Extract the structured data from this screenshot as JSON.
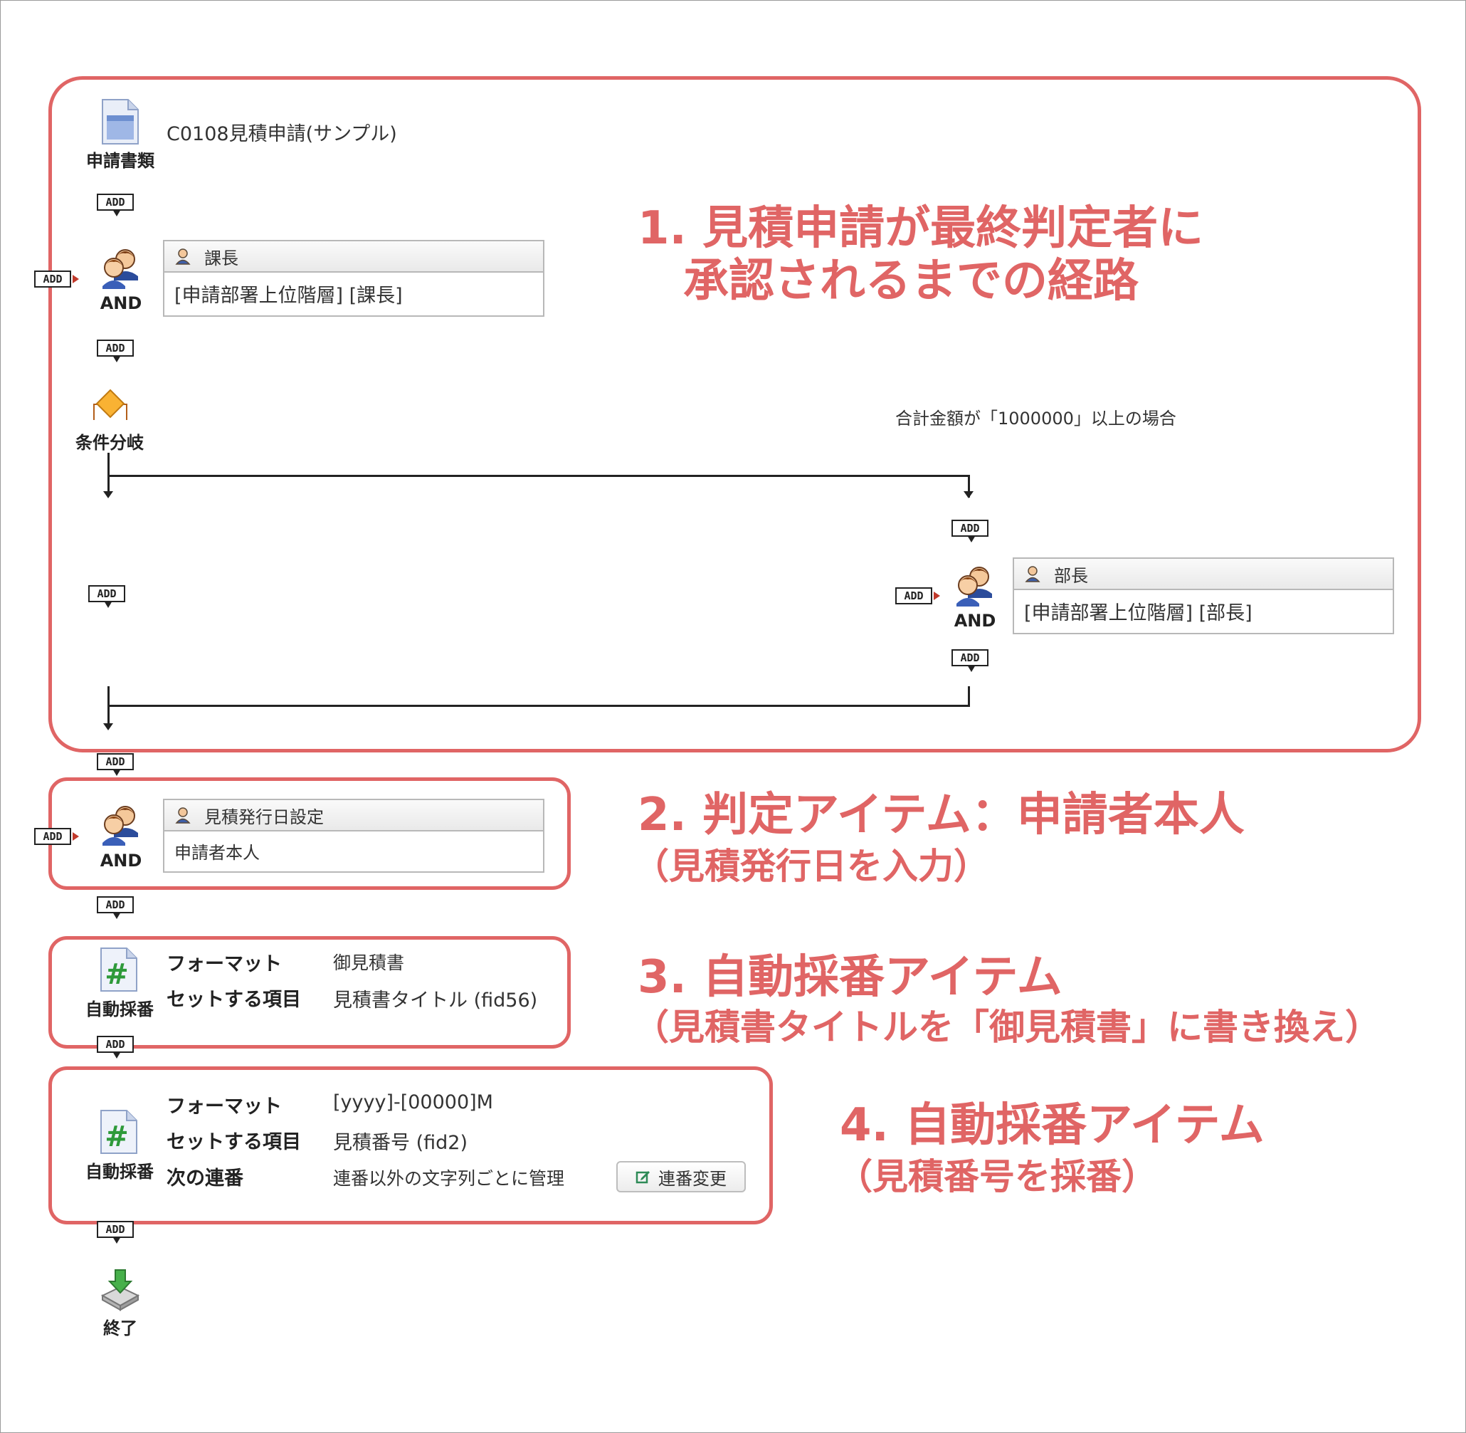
{
  "document": {
    "icon": "document-icon",
    "label": "申請書類",
    "title": "C0108見積申請(サンプル)"
  },
  "add_label": "ADD",
  "approval_1": {
    "icon": "approvers-icon",
    "mode": "AND",
    "role": "課長",
    "target": "[申請部署上位階層] [課長]"
  },
  "branch": {
    "icon": "condition-branch-icon",
    "label": "条件分岐",
    "condition": "合計金額が「1000000」以上の場合"
  },
  "approval_2": {
    "icon": "approvers-icon",
    "mode": "AND",
    "role": "部長",
    "target": "[申請部署上位階層] [部長]"
  },
  "approval_3": {
    "icon": "approvers-icon",
    "mode": "AND",
    "role": "見積発行日設定",
    "target": "申請者本人"
  },
  "autonum_1": {
    "icon": "auto-number-icon",
    "label": "自動採番",
    "format_label": "フォーマット",
    "format_value": "御見積書",
    "field_label": "セットする項目",
    "field_value": "見積書タイトル (fid56)"
  },
  "autonum_2": {
    "icon": "auto-number-icon",
    "label": "自動採番",
    "format_label": "フォーマット",
    "format_value": "[yyyy]-[00000]M",
    "field_label": "セットする項目",
    "field_value": "見積番号 (fid2)",
    "next_label": "次の連番",
    "next_value": "連番以外の文字列ごとに管理",
    "change_button": "連番変更"
  },
  "end": {
    "icon": "end-icon",
    "label": "終了"
  },
  "annotations": {
    "a1_line1": "1.  見積申請が最終判定者に",
    "a1_line2": "承認されるまでの経路",
    "a2_line1": "2.  判定アイテム：申請者本人",
    "a2_line2": "（見積発行日を入力）",
    "a3_line1": "3.  自動採番アイテム",
    "a3_line2": "（見積書タイトルを「御見積書」に書き換え）",
    "a4_line1": "4.  自動採番アイテム",
    "a4_line2": "（見積番号を採番）"
  },
  "colors": {
    "annotation": "#e06565",
    "flow_line": "#222222",
    "card_border": "#b8b8b8"
  }
}
